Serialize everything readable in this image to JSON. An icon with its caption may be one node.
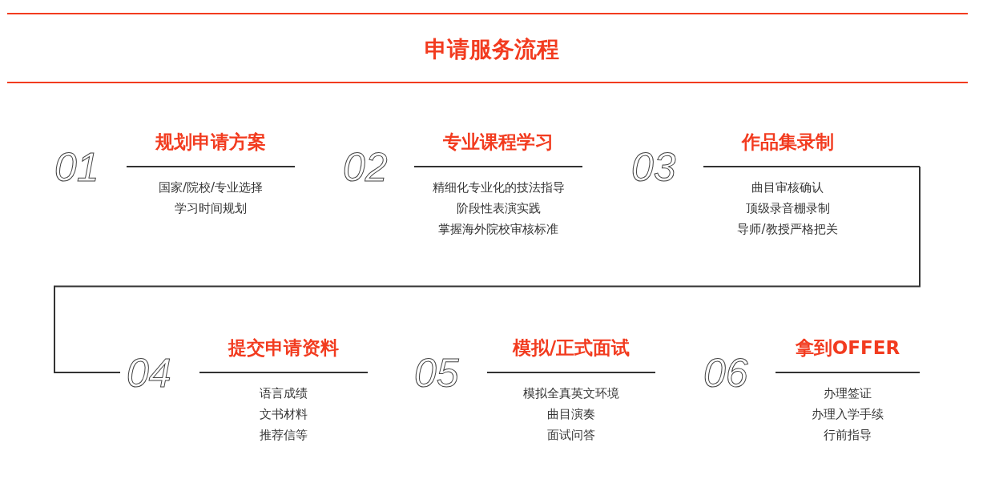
{
  "diagram": {
    "title": "申请服务流程",
    "nodes": [
      {
        "text": [
          "01",
          "规划申请方案",
          "国家/院校/专业选择",
          "学习时间规划"
        ]
      },
      {
        "text": [
          "02",
          "专业课程学习",
          "精细化专业化的技法指导",
          "阶段性表演实践",
          "掌握海外院校审核标准"
        ]
      },
      {
        "text": [
          "03",
          "作品集录制",
          "曲目审核确认",
          "顶级录音棚录制",
          "导师/教授严格把关"
        ]
      },
      {
        "text": [
          "04",
          "提交申请资料",
          "语言成绩",
          "文书材料",
          "推荐信等"
        ]
      },
      {
        "text": [
          "05",
          "模拟/正式面试",
          "模拟全真英文环境",
          "曲目演奏",
          "面试问答"
        ]
      },
      {
        "text": [
          "06",
          "拿到OFFER",
          "办理签证",
          "办理入学手续",
          "行前指导"
        ]
      }
    ],
    "edges": [
      {
        "from": 2,
        "to": 3,
        "arrow": "none"
      }
    ]
  }
}
